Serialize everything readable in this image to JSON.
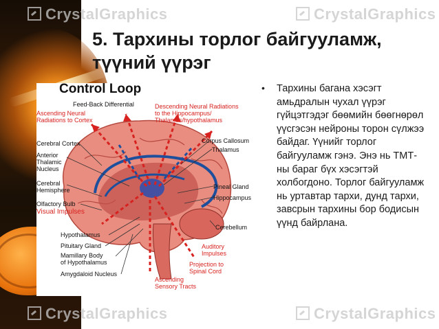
{
  "watermark": "CrystalGraphics",
  "slide": {
    "title_line1": "5. Тархины торлог байгууламж,",
    "title_line2": "түүний үүрэг",
    "bullet_text": "Тархины багана хэсэгт амьдралын чухал үүрэг гүйцэтгэдэг бөөмийн бөөгнөрөл үүсгэсэн нейроны торон сүлжээ байдаг. Үүнийг торлог байгууламж гэнэ. Энэ нь ТМТ-ны бараг бүх хэсэгтэй холбогдоно. Торлог байгууламж нь уртавтар тархи, дунд тархи, завсрын тархины бор бодисын үүнд байрлана."
  },
  "diagram": {
    "heading": "Control Loop",
    "feedback": "Feed-Back Differential",
    "ascending_neural_1": "Ascending Neural",
    "ascending_neural_2": "Radiations to Cortex",
    "descending_1": "Descending Neural Radiations",
    "descending_2": "to the Hippocampus/",
    "descending_3": "Thalamus/hypothalamus",
    "cerebral_cortex": "Cerebral Cortex",
    "anterior_1": "Anterior",
    "anterior_2": "Thalamic",
    "anterior_3": "Nucleus",
    "cerebral_hem_1": "Cerebral",
    "cerebral_hem_2": "Hemisphere",
    "olfactory": "Olfactory Bulb",
    "visual": "Visual Impulses",
    "hypothalamus": "Hypothalamus",
    "pituitary": "Pituitary Gland",
    "mamillary_1": "Mamillary Body",
    "mamillary_2": "of Hypothalamus",
    "amygdaloid": "Amygdaloid Nucleus",
    "corpus": "Corpus Callosum",
    "thalamus": "Thalamus",
    "pineal": "Pineal Gland",
    "hippocampus": "Hippocampus",
    "cerebellum": "Cerebellum",
    "auditory_1": "Auditory",
    "auditory_2": "Impulses",
    "projection_1": "Projection to",
    "projection_2": "Spinal Cord",
    "ascending_sens_1": "Ascending",
    "ascending_sens_2": "Sensory Tracts"
  },
  "colors": {
    "red_label": "#d7221f",
    "brain": "#e2746a",
    "arrow_blue": "#1e4f9c"
  }
}
